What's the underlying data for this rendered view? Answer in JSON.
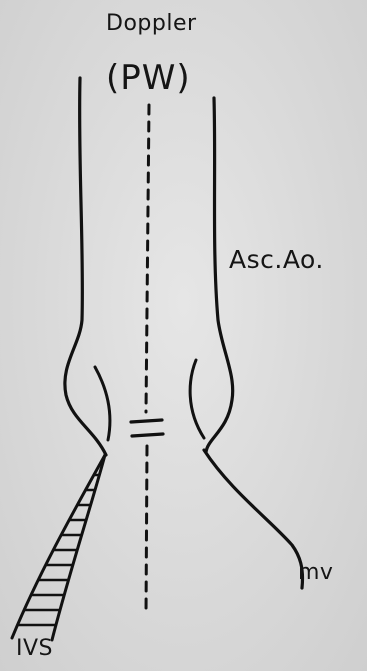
{
  "diagram": {
    "title": "Doppler",
    "mode": "(PW)",
    "labels": {
      "ascending_aorta": "Asc.Ao.",
      "mitral_valve": "mv",
      "septum": "IVS"
    }
  }
}
